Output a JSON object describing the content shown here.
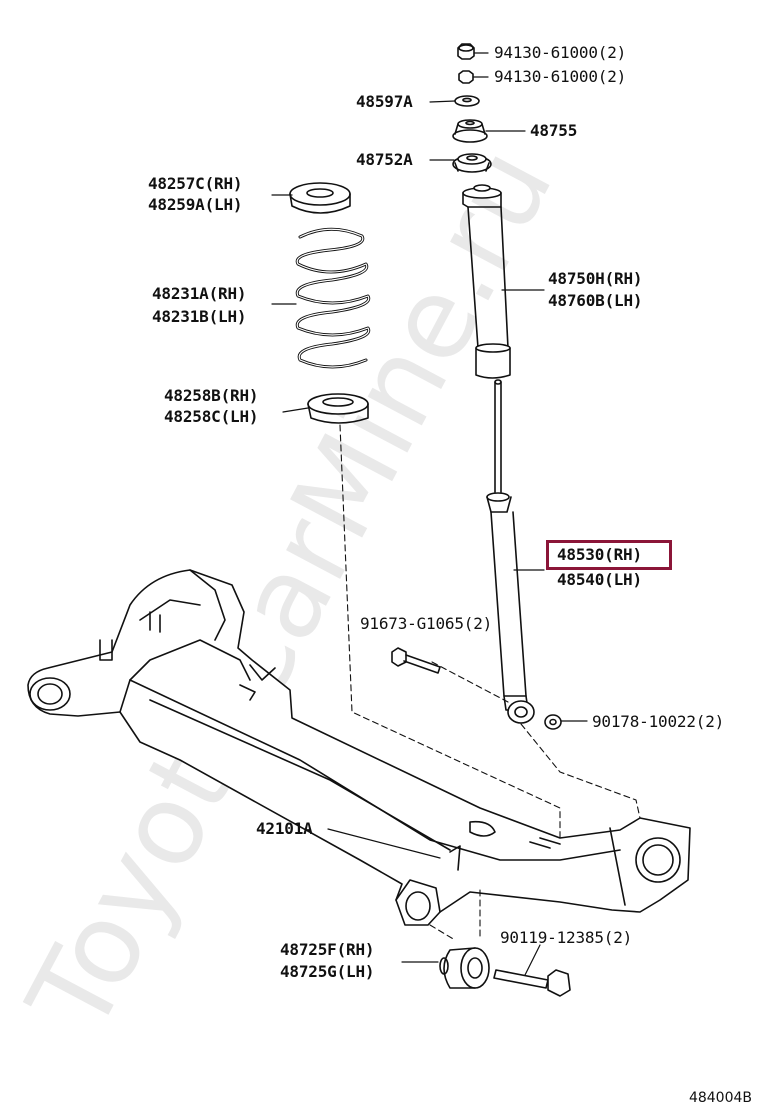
{
  "watermark": "ToyotaCarMine.ru",
  "diagram_code": "484004B",
  "highlight_color": "#8b1538",
  "labels": {
    "nut_1": "94130-61000(2)",
    "nut_2": "94130-61000(2)",
    "washer": "48597A",
    "mount": "48755",
    "support": "48752A",
    "upper_seat_rh": "48257C(RH)",
    "upper_seat_lh": "48259A(LH)",
    "spring_rh": "48231A(RH)",
    "spring_lh": "48231B(LH)",
    "boot_rh": "48750H(RH)",
    "boot_lh": "48760B(LH)",
    "lower_seat_rh": "48258B(RH)",
    "lower_seat_lh": "48258C(LH)",
    "absorber_rh": "48530(RH)",
    "absorber_lh": "48540(LH)",
    "bolt_upper": "91673-G1065(2)",
    "nut_lower": "90178-10022(2)",
    "axle_beam": "42101A",
    "bushing_rh": "48725F(RH)",
    "bushing_lh": "48725G(LH)",
    "bolt_lower": "90119-12385(2)"
  }
}
